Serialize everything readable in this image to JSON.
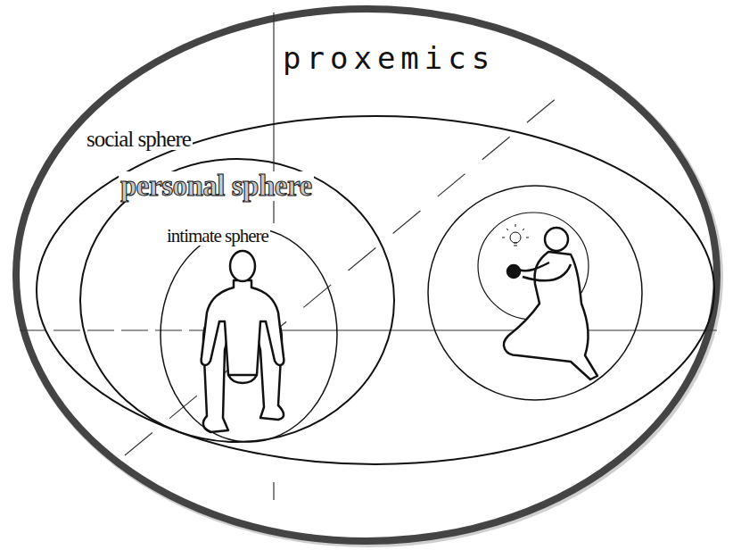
{
  "diagram": {
    "title": "proxemics",
    "nodes": [
      {
        "text": [
          "social sphere"
        ]
      },
      {
        "text": [
          "personal sphere"
        ],
        "in": 0
      },
      {
        "text": [
          "intimate sphere"
        ],
        "in": 1
      }
    ]
  }
}
